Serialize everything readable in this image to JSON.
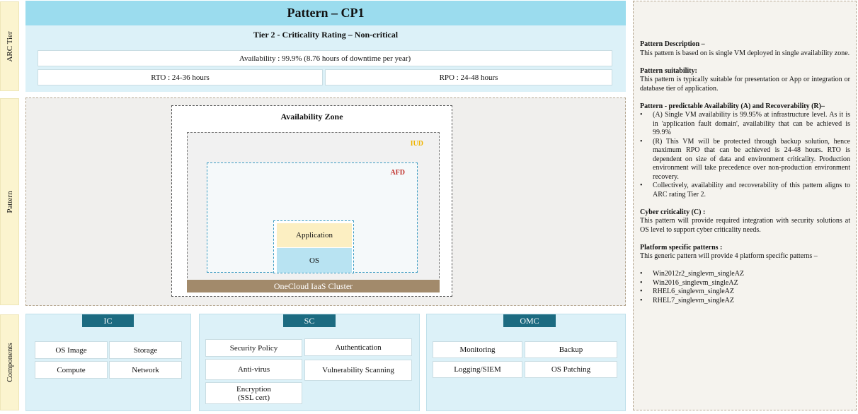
{
  "side_labels": {
    "arc_tier": "ARC Tier",
    "pattern": "Pattern",
    "components": "Components"
  },
  "title": "Pattern – CP1",
  "tier": "Tier 2 - Criticality  Rating  – Non-critical",
  "availability": "Availability : 99.9% (8.76 hours of downtime per year)",
  "rto": "RTO : 24-36 hours",
  "rpo": "RPO : 24-48 hours",
  "diagram": {
    "zone": "Availability  Zone",
    "iud": "IUD",
    "afd": "AFD",
    "application": "Application",
    "os": "OS",
    "cluster": "OneCloud  IaaS Cluster"
  },
  "components": {
    "ic": {
      "title": "IC",
      "items": [
        "OS Image",
        "Storage",
        "Compute",
        "Network"
      ]
    },
    "sc": {
      "title": "SC",
      "items": [
        "Security Policy",
        "Authentication",
        "Anti-virus",
        "Vulnerability Scanning",
        "Encryption",
        "(SSL cert)"
      ]
    },
    "omc": {
      "title": "OMC",
      "items": [
        "Monitoring",
        "Backup",
        "Logging/SIEM",
        "OS Patching"
      ]
    }
  },
  "description": {
    "desc_title": "Pattern Description –",
    "desc_text": "This pattern is based on is single VM deployed in single availability zone.",
    "suit_title": "Pattern suitability:",
    "suit_text": "This pattern is typically suitable for presentation or App or integration or database tier of application.",
    "avail_title": "Pattern - predictable Availability (A) and Recoverability (R)–",
    "avail_bullets": [
      "(A) Single VM availability is 99.95% at infrastructure level. As it is in 'application fault domain', availability that can be achieved is 99.9%",
      "(R) This VM will be protected through backup solution, hence maximum RPO that can be achieved is 24-48 hours. RTO is dependent on size of data and environment criticality. Production environment will take precedence over non-production environment recovery.",
      "Collectively, availability and recoverability of this pattern aligns to ARC rating Tier 2."
    ],
    "cyber_title": "Cyber criticality (C) :",
    "cyber_text": "This pattern will provide required integration with security solutions at OS level to support cyber criticality needs.",
    "platform_title": "Platform specific patterns :",
    "platform_text": "This generic pattern will provide 4 platform specific patterns –",
    "platform_bullets": [
      "Win2012r2_singlevm_singleAZ",
      "Win2016_singlevm_singleAZ",
      "RHEL6_singlevm_singleAZ",
      "RHEL7_singlevm_singleAZ"
    ]
  }
}
